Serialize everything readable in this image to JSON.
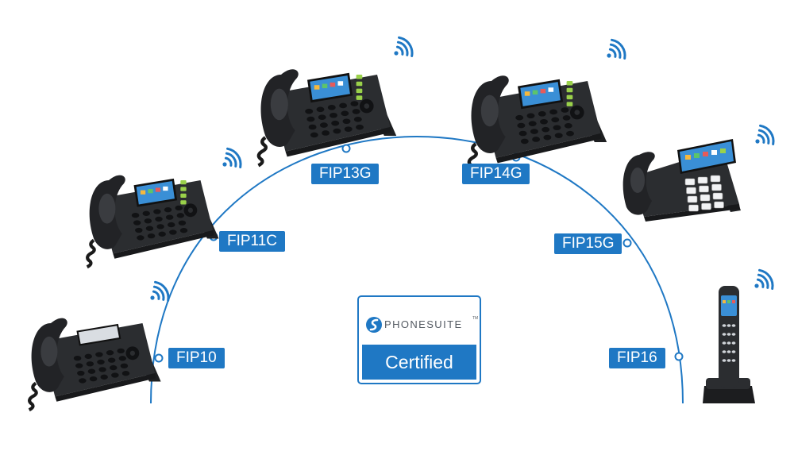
{
  "colors": {
    "arc": "#1f78c4",
    "label_bg": "#1f78c4",
    "label_text": "#ffffff",
    "badge_border": "#1f78c4",
    "phone_body": "#2b2d30",
    "phone_screen": "#3a8fd6",
    "wifi": "#1f78c4"
  },
  "models": [
    {
      "id": "fip10",
      "label": "FIP10"
    },
    {
      "id": "fip11c",
      "label": "FIP11C"
    },
    {
      "id": "fip13g",
      "label": "FIP13G"
    },
    {
      "id": "fip14g",
      "label": "FIP14G"
    },
    {
      "id": "fip15g",
      "label": "FIP15G"
    },
    {
      "id": "fip16",
      "label": "FIP16"
    }
  ],
  "badge": {
    "brand": "PHONESUITE",
    "trademark": "TM",
    "status": "Certified"
  },
  "icons": {
    "wifi": "wifi-signal-icon",
    "logo": "phonesuite-logo-icon"
  }
}
